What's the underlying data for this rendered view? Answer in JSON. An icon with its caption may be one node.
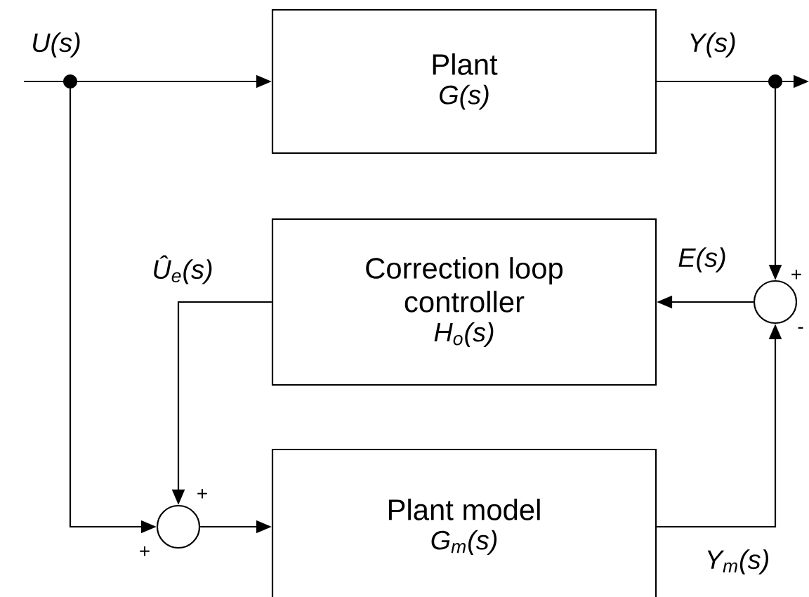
{
  "diagram": {
    "nodes": [
      {
        "text": [
          "Plant",
          "G(s)"
        ]
      },
      {
        "text": [
          "Correction loop controller",
          "H$_{o}$(s)"
        ]
      },
      {
        "text": [
          "Plant model",
          "G$_{m}$(s)"
        ]
      },
      {
        "text": [],
        "shape": "circle"
      },
      {
        "text": [],
        "shape": "circle"
      }
    ],
    "edges": [
      {
        "from": null,
        "to": 0,
        "arrow": "to",
        "label": "U(s)"
      },
      {
        "from": null,
        "to": 4,
        "arrow": "to"
      },
      {
        "from": 0,
        "to": null,
        "arrow": "to",
        "label": "Y(s)"
      },
      {
        "from": 0,
        "to": 3,
        "arrow": "to"
      },
      {
        "from": 3,
        "to": 1,
        "arrow": "to",
        "label": "E(s)"
      },
      {
        "from": 1,
        "to": 4,
        "arrow": "to",
        "label": "Û$_{e}$(s)"
      },
      {
        "from": 4,
        "to": 2,
        "arrow": "to"
      },
      {
        "from": 2,
        "to": 3,
        "arrow": "to",
        "label": "Y$_{m}$(s)"
      }
    ],
    "labels": [
      "+",
      "-",
      "+",
      "+"
    ]
  }
}
